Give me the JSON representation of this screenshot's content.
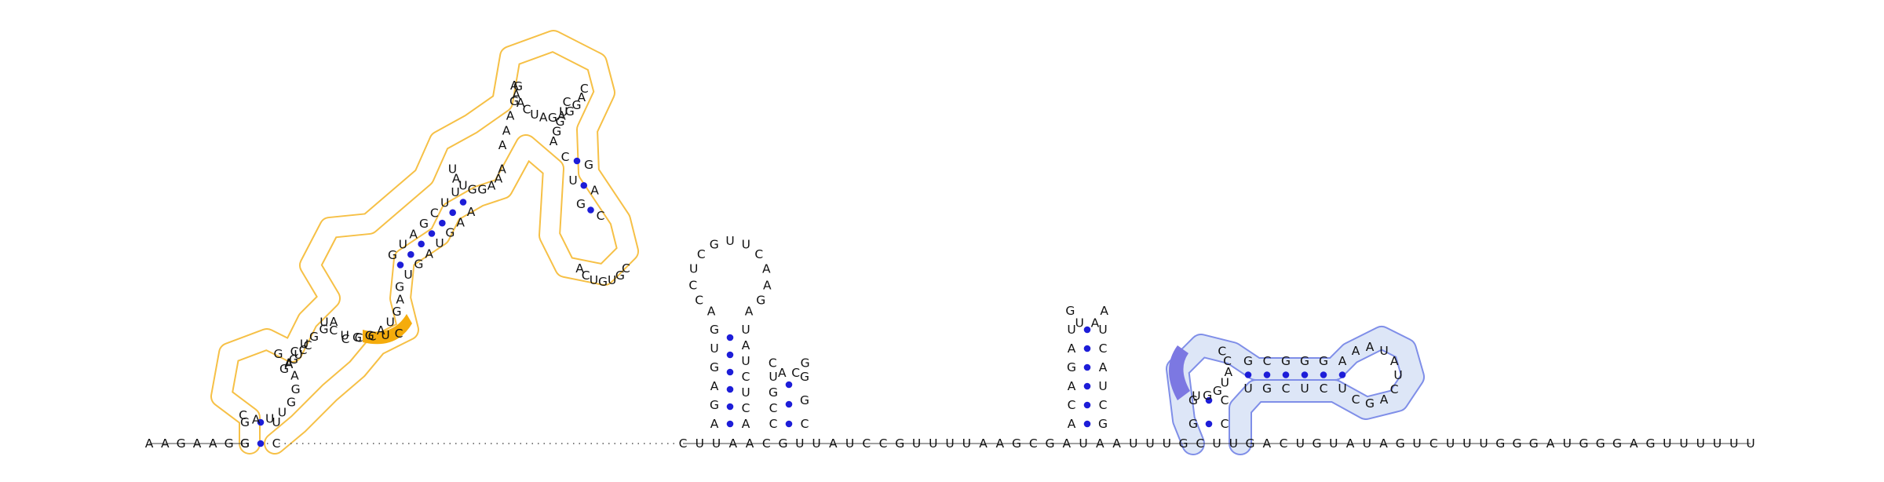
{
  "diagram": {
    "strand_5p": "AAGAAGG",
    "strand_3p": "CUUAACGUUAUCCGUUUUAAGCGAUAAUUUGCUUGACUGUAUAGUCUUUGGGAUGGGAGUUUUUU",
    "helix_upper": {
      "five_prime": "AAAGG",
      "loop": "AAACUAGAGGAC",
      "three_prime": "CUGGA",
      "side_five": "UAU",
      "side_three": "AAA"
    },
    "helix_mid": {
      "five_prime": "GUAGCUU",
      "three_prime": "AAGUAGU"
    },
    "hairpin_tip": {
      "five_prime": "CUG",
      "loop": "ACUGUGC",
      "three_prime": "CAG"
    },
    "lower_stem": {
      "five_prime": "CUGGA",
      "three_prime": "CCCUC"
    },
    "base_stem": {
      "five_prime": "GG",
      "loop": "CAUUGGAAG",
      "three_prime": "UC",
      "outer": "GAGUCC"
    },
    "hairpin_b": {
      "stem5": "AGAGUG",
      "loop": "ACCUCGUUCAAGA",
      "stem3": "UAUCUCA"
    },
    "hairpin_c": {
      "stem5": "CCGU",
      "loop": "CACG",
      "stem3": "GGC"
    },
    "hairpin_d": {
      "stem5": "ACAGAU",
      "loop": "GUAA",
      "stem3": "UCAUCG"
    },
    "hairpin_e": {
      "stem5": "GG",
      "loop_left": "UGGUACC",
      "stem_top": "GCGGGA",
      "loop": "AAUAUCAGC",
      "stem_bottom": "UCUCGU",
      "stem3": "CC"
    },
    "colors": {
      "orange_halo": "#f6c046",
      "orange_fill": "#f5ac0c",
      "blue_halo": "#7f8ee8",
      "blue_fill": "#dde6f7",
      "blue_dark": "#7c78e2",
      "bond": "#1d1dd8"
    }
  }
}
